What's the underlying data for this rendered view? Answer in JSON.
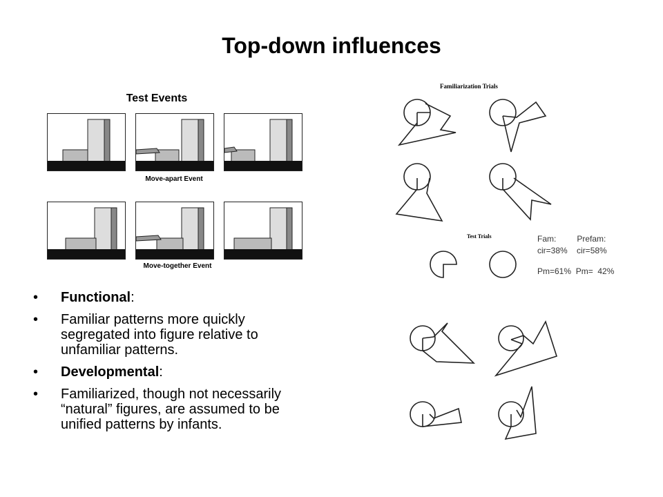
{
  "slide": {
    "title": "Top-down influences"
  },
  "test_events": {
    "heading": "Test Events",
    "caption_top": "Move-apart Event",
    "caption_bottom": "Move-together Event"
  },
  "bullets": [
    {
      "bold": "Functional",
      "rest": ":"
    },
    {
      "bold": "",
      "rest": "Familiar patterns more quickly segregated into figure relative to unfamiliar patterns."
    },
    {
      "bold": "Developmental",
      "rest": ":"
    },
    {
      "bold": "",
      "rest": "Familiarized, though not necessarily “natural” figures, are assumed to be unified patterns by infants."
    }
  ],
  "familiarization": {
    "title": "Familiarization Trials",
    "test_trials_label": "Test Trials",
    "stats": {
      "line1": "Fam:         Prefam:",
      "line2": "cir=38%    cir=58%",
      "line3": "Pm=61%  Pm=  42%"
    }
  }
}
